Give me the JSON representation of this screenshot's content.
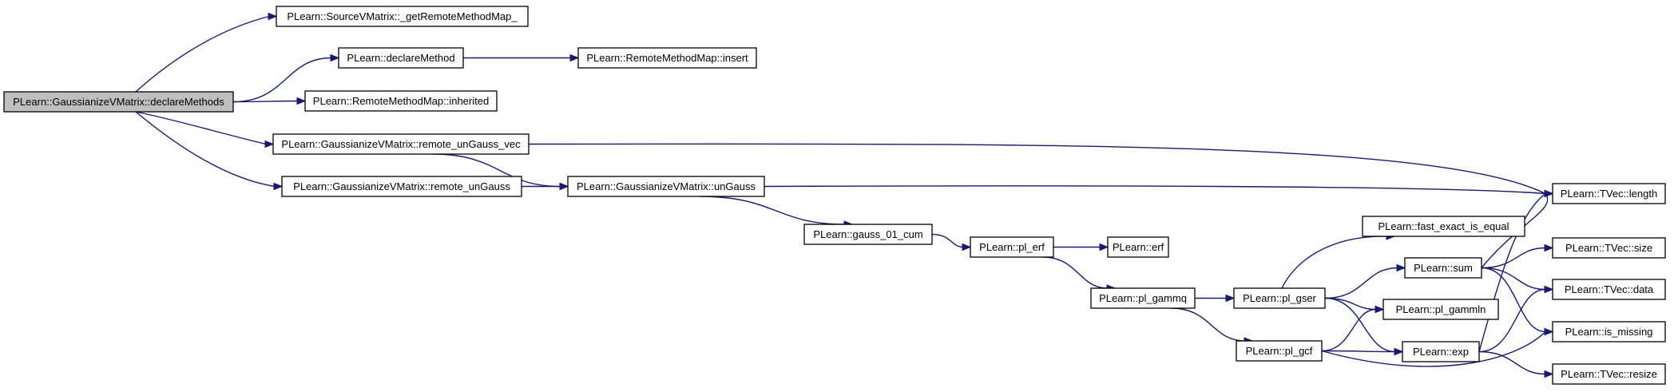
{
  "diagram": {
    "nodes": [
      {
        "id": "n0",
        "label": "PLearn::GaussianizeVMatrix::declareMethods",
        "root": true
      },
      {
        "id": "n1",
        "label": "PLearn::SourceVMatrix::_getRemoteMethodMap_"
      },
      {
        "id": "n2",
        "label": "PLearn::declareMethod"
      },
      {
        "id": "n3",
        "label": "PLearn::RemoteMethodMap::insert"
      },
      {
        "id": "n4",
        "label": "PLearn::RemoteMethodMap::inherited"
      },
      {
        "id": "n5",
        "label": "PLearn::GaussianizeVMatrix::remote_unGauss_vec"
      },
      {
        "id": "n6",
        "label": "PLearn::GaussianizeVMatrix::remote_unGauss"
      },
      {
        "id": "n7",
        "label": "PLearn::GaussianizeVMatrix::unGauss"
      },
      {
        "id": "n8",
        "label": "PLearn::TVec::length"
      },
      {
        "id": "n9",
        "label": "PLearn::gauss_01_cum"
      },
      {
        "id": "n10",
        "label": "PLearn::pl_erf"
      },
      {
        "id": "n11",
        "label": "PLearn::erf"
      },
      {
        "id": "n12",
        "label": "PLearn::fast_exact_is_equal"
      },
      {
        "id": "n13",
        "label": "PLearn::pl_gammq"
      },
      {
        "id": "n14",
        "label": "PLearn::pl_gser"
      },
      {
        "id": "n15",
        "label": "PLearn::sum"
      },
      {
        "id": "n16",
        "label": "PLearn::TVec::size"
      },
      {
        "id": "n17",
        "label": "PLearn::TVec::data"
      },
      {
        "id": "n18",
        "label": "PLearn::pl_gammln"
      },
      {
        "id": "n19",
        "label": "PLearn::pl_gcf"
      },
      {
        "id": "n20",
        "label": "PLearn::exp"
      },
      {
        "id": "n21",
        "label": "PLearn::is_missing"
      },
      {
        "id": "n22",
        "label": "PLearn::TVec::resize"
      }
    ],
    "edges": [
      [
        "n0",
        "n1"
      ],
      [
        "n0",
        "n2"
      ],
      [
        "n0",
        "n4"
      ],
      [
        "n0",
        "n5"
      ],
      [
        "n0",
        "n6"
      ],
      [
        "n2",
        "n3"
      ],
      [
        "n5",
        "n7"
      ],
      [
        "n5",
        "n8"
      ],
      [
        "n6",
        "n7"
      ],
      [
        "n7",
        "n8"
      ],
      [
        "n7",
        "n9"
      ],
      [
        "n9",
        "n10"
      ],
      [
        "n10",
        "n11"
      ],
      [
        "n10",
        "n13"
      ],
      [
        "n13",
        "n14"
      ],
      [
        "n13",
        "n19"
      ],
      [
        "n14",
        "n12"
      ],
      [
        "n14",
        "n15"
      ],
      [
        "n14",
        "n18"
      ],
      [
        "n14",
        "n20"
      ],
      [
        "n15",
        "n8"
      ],
      [
        "n15",
        "n16"
      ],
      [
        "n15",
        "n17"
      ],
      [
        "n15",
        "n21"
      ],
      [
        "n19",
        "n18"
      ],
      [
        "n19",
        "n20"
      ],
      [
        "n19",
        "n21"
      ],
      [
        "n20",
        "n8"
      ],
      [
        "n20",
        "n17"
      ],
      [
        "n20",
        "n22"
      ]
    ]
  }
}
